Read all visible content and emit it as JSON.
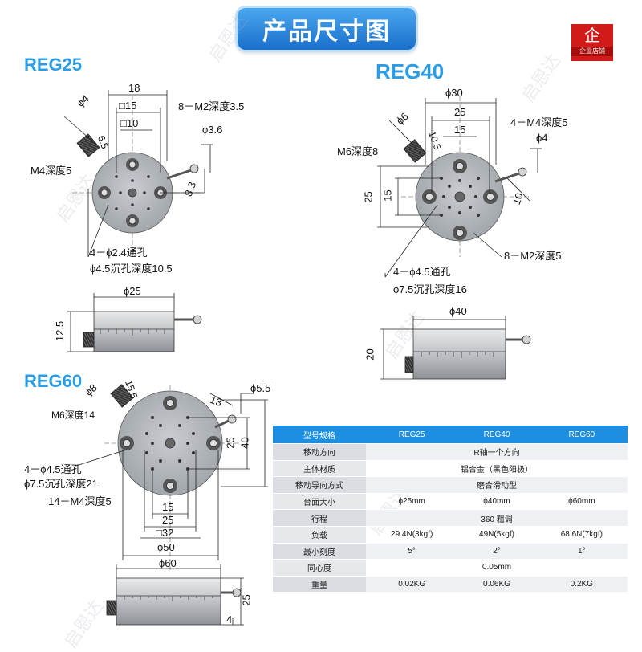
{
  "banner": {
    "title": "产品尺寸图"
  },
  "badge": {
    "symbol": "企",
    "text": "企业店铺"
  },
  "watermark": "启恩达",
  "reg25": {
    "model": "REG25",
    "dims": {
      "d18": "18",
      "sq15": "15",
      "sq10": "10",
      "phi4": "ϕ4",
      "m2": "8－M2深度3.5",
      "phi36": "ϕ3.6",
      "d65": "6.5",
      "m4": "M4深度5",
      "d83": "8.3",
      "hole": "4－ϕ2.4通孔",
      "sink": "ϕ4.5沉孔深度10.5",
      "phi25": "ϕ25",
      "h125": "12.5"
    }
  },
  "reg40": {
    "model": "REG40",
    "dims": {
      "phi30": "ϕ30",
      "d25": "25",
      "d15": "15",
      "phi6": "ϕ6",
      "d105": "10.5",
      "m4": "4－M4深度5",
      "m6": "M6深度8",
      "phi4": "ϕ4",
      "v25": "25",
      "v15": "15",
      "d10": "10",
      "m2": "8－M2深度5",
      "hole": "4－ϕ4.5通孔",
      "sink": "ϕ7.5沉孔深度16",
      "phi40": "ϕ40",
      "h20": "20"
    }
  },
  "reg60": {
    "model": "REG60",
    "dims": {
      "phi8": "ϕ8",
      "d155": "15.5",
      "phi55": "ϕ5.5",
      "d13": "13",
      "m6": "M6深度14",
      "v25": "25",
      "v40": "40",
      "hole": "4－ϕ4.5通孔",
      "sink": "ϕ7.5沉孔深度21",
      "m4": "14－M4深度5",
      "d15": "15",
      "d25": "25",
      "sq32": "32",
      "phi50": "ϕ50",
      "phi60": "ϕ60",
      "h25": "25",
      "h4": "4"
    }
  },
  "table": {
    "headers": [
      "型号规格",
      "REG25",
      "REG40",
      "REG60"
    ],
    "rows": [
      {
        "label": "移动方向",
        "merged": "R轴一个方向"
      },
      {
        "label": "主体材质",
        "merged": "铝合金（黑色阳极）"
      },
      {
        "label": "移动导向方式",
        "merged": "磨合滑动型"
      },
      {
        "label": "台面大小",
        "values": [
          "ϕ25mm",
          "ϕ40mm",
          "ϕ60mm"
        ]
      },
      {
        "label": "行程",
        "merged": "360 粗调"
      },
      {
        "label": "负载",
        "values": [
          "29.4N(3kgf)",
          "49N(5kgf)",
          "68.6N(7kgf)"
        ]
      },
      {
        "label": "最小刻度",
        "values": [
          "5°",
          "2°",
          "1°"
        ]
      },
      {
        "label": "同心度",
        "merged": "0.05mm"
      },
      {
        "label": "重量",
        "values": [
          "0.02KG",
          "0.06KG",
          "0.2KG"
        ]
      }
    ]
  }
}
